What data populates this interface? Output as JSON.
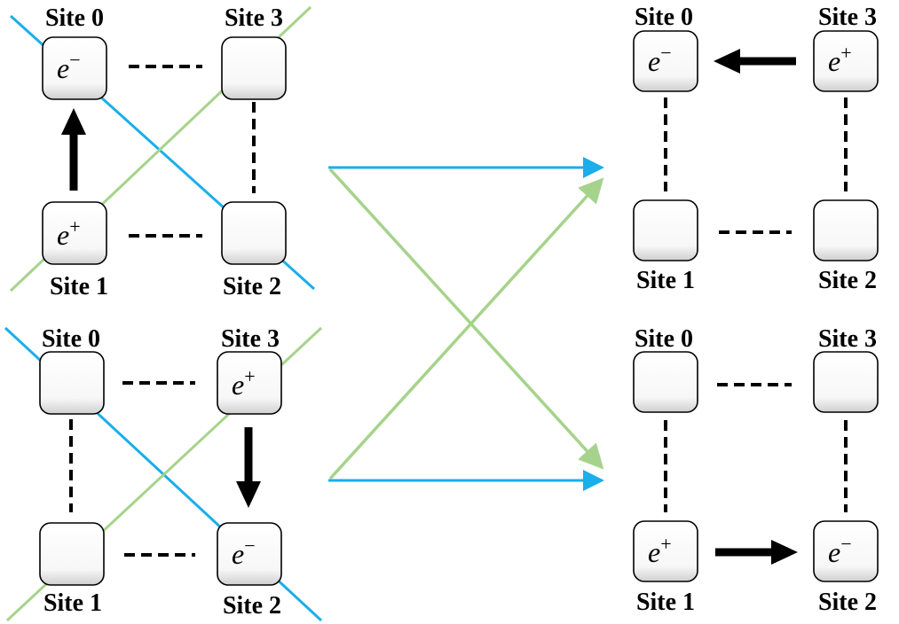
{
  "colors": {
    "cross_blue": "#1aaeea",
    "cross_green": "#a6d38b",
    "arrow_black": "#000000"
  },
  "labels": {
    "site_0": "Site 0",
    "site_1": "Site 1",
    "site_2": "Site 2",
    "site_3": "Site 3"
  },
  "particles": {
    "electron": {
      "base": "e",
      "sign": "−"
    },
    "positron": {
      "base": "e",
      "sign": "+"
    }
  },
  "panels": {
    "top_left": {
      "site_0": "electron",
      "site_1": "positron",
      "site_2": "",
      "site_3": ""
    },
    "bottom_left": {
      "site_0": "",
      "site_1": "",
      "site_2": "electron",
      "site_3": "positron"
    },
    "top_right": {
      "site_0": "electron",
      "site_1": "",
      "site_2": "",
      "site_3": "positron"
    },
    "bottom_right": {
      "site_0": "",
      "site_1": "positron",
      "site_2": "electron",
      "site_3": ""
    }
  }
}
